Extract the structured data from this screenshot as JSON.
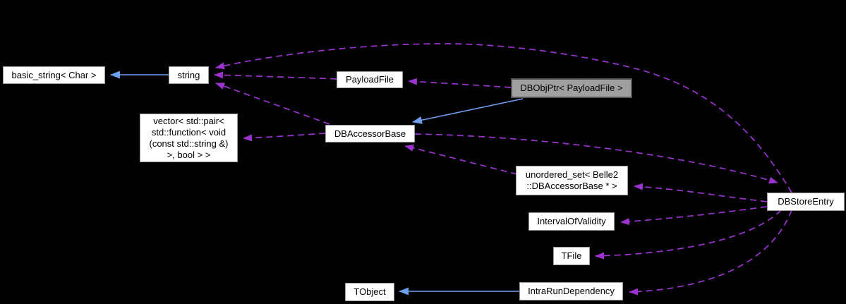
{
  "nodes": {
    "basic_string": {
      "label": "basic_string< Char >"
    },
    "string": {
      "label": "string"
    },
    "payloadfile": {
      "label": "PayloadFile"
    },
    "dbobjptr": {
      "label": "DBObjPtr< PayloadFile >"
    },
    "vector": {
      "label": "vector< std::pair<\nstd::function< void\n(const std::string &)\n>, bool > >"
    },
    "dbaccessorbase": {
      "label": "DBAccessorBase"
    },
    "unordered_set": {
      "label": "unordered_set< Belle2\n::DBAccessorBase * >"
    },
    "intervalofvalidity": {
      "label": "IntervalOfValidity"
    },
    "tfile": {
      "label": "TFile"
    },
    "tobject": {
      "label": "TObject"
    },
    "intrarundependency": {
      "label": "IntraRunDependency"
    },
    "dbstoreentry": {
      "label": "DBStoreEntry"
    }
  },
  "edges": [
    {
      "from": "string",
      "to": "basic_string< Char >",
      "type": "public-inheritance"
    },
    {
      "from": "DBObjPtr< PayloadFile >",
      "to": "DBAccessorBase",
      "type": "public-inheritance"
    },
    {
      "from": "IntraRunDependency",
      "to": "TObject",
      "type": "public-inheritance"
    },
    {
      "from": "PayloadFile",
      "to": "string",
      "type": "usage"
    },
    {
      "from": "DBAccessorBase",
      "to": "string",
      "type": "usage"
    },
    {
      "from": "DBStoreEntry",
      "to": "string",
      "type": "usage"
    },
    {
      "from": "DBObjPtr< PayloadFile >",
      "to": "PayloadFile",
      "type": "usage"
    },
    {
      "from": "DBAccessorBase",
      "to": "vector< std::pair< std::function< void (const std::string &) >, bool > >",
      "type": "usage"
    },
    {
      "from": "DBAccessorBase",
      "to": "DBStoreEntry",
      "type": "usage"
    },
    {
      "from": "DBStoreEntry",
      "to": "unordered_set< Belle2::DBAccessorBase * >",
      "type": "usage"
    },
    {
      "from": "unordered_set< Belle2::DBAccessorBase * >",
      "to": "DBAccessorBase",
      "type": "usage"
    },
    {
      "from": "DBStoreEntry",
      "to": "IntervalOfValidity",
      "type": "usage"
    },
    {
      "from": "DBStoreEntry",
      "to": "TFile",
      "type": "usage"
    },
    {
      "from": "DBStoreEntry",
      "to": "IntraRunDependency",
      "type": "usage"
    }
  ],
  "colors": {
    "bg": "#000000",
    "node-fill": "#ffffff",
    "node-border": "#9a9a9a",
    "highlight-fill": "#a0a0a0",
    "highlight-border": "#565656",
    "text": "#000000",
    "usage-edge": "#9c33d1",
    "inheritance-edge": "#6c9fee"
  }
}
